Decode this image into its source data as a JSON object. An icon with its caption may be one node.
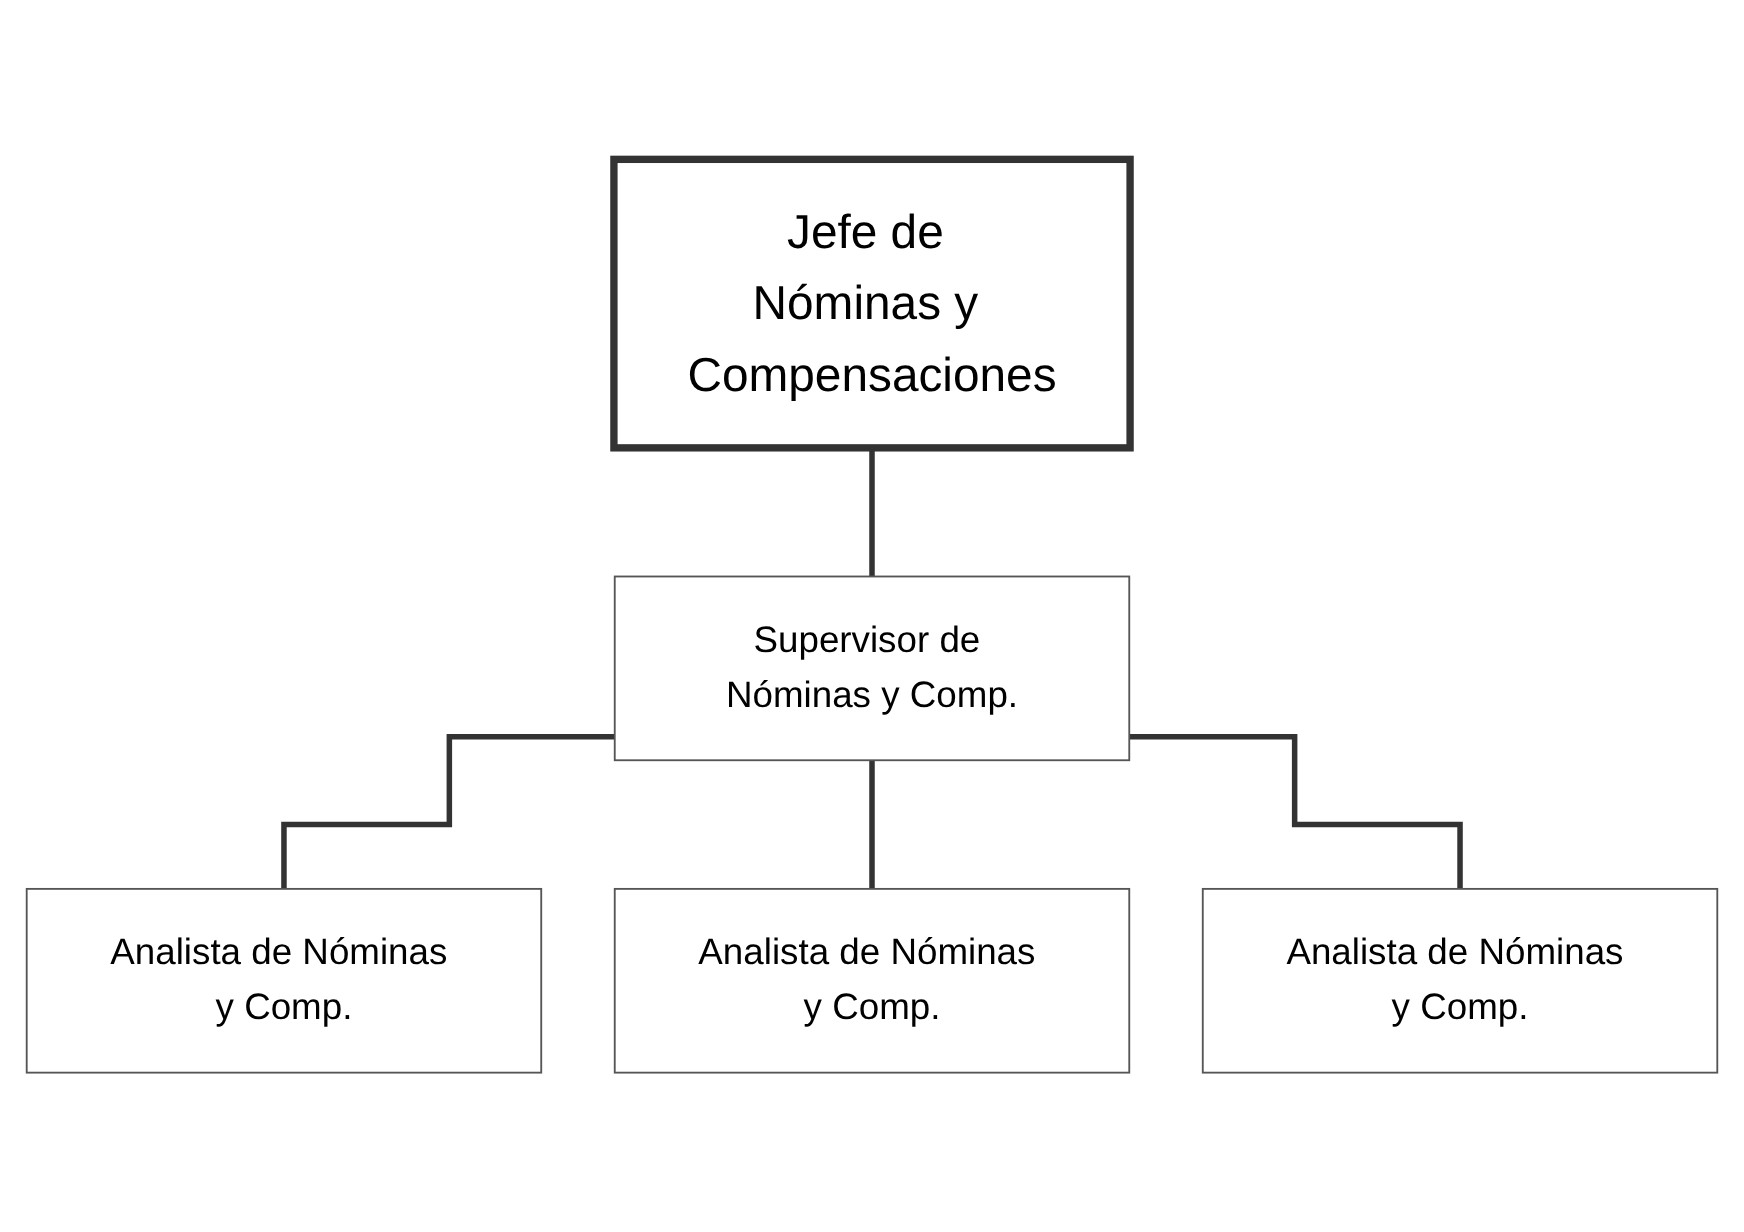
{
  "diagram": {
    "nodes": [
      {
        "text": [
          "Jefe de Nóminas y Compensaciones"
        ]
      },
      {
        "text": [
          "Supervisor de Nóminas y Comp."
        ]
      },
      {
        "text": [
          "Analista de Nóminas y Comp."
        ]
      },
      {
        "text": [
          "Analista de Nóminas y Comp."
        ]
      },
      {
        "text": [
          "Analista de Nóminas y Comp."
        ]
      }
    ],
    "edges": [
      {
        "from": 0,
        "to": 1,
        "arrow": "none"
      },
      {
        "from": 1,
        "to": 2,
        "arrow": "none"
      },
      {
        "from": 1,
        "to": 3,
        "arrow": "none"
      },
      {
        "from": 1,
        "to": 4,
        "arrow": "none"
      }
    ]
  }
}
